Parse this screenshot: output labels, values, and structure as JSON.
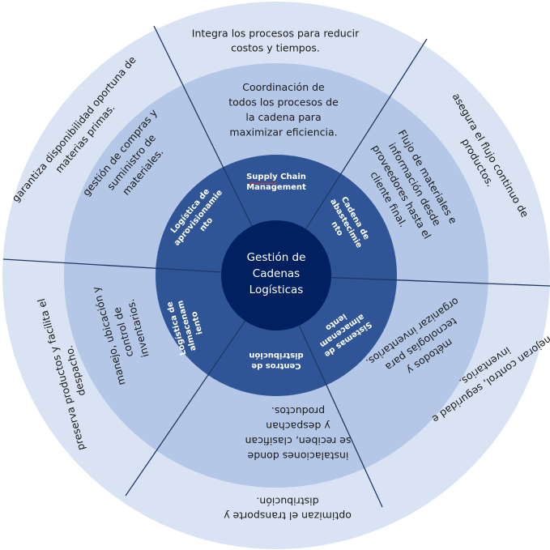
{
  "center": {
    "lines": [
      "Gestión de",
      "Cadenas",
      "Logísticas"
    ]
  },
  "colors": {
    "outer_ring": "#dae3f3",
    "middle_ring": "#b4c7e7",
    "inner_ring": "#2f5597",
    "center": "#002060",
    "divider": "#1f3864",
    "spellcheck_underline": "#e03030"
  },
  "segments": [
    {
      "id": "supply-chain-management",
      "inner_label": [
        "Supply Chain",
        "Management"
      ],
      "middle_text": [
        "Coordinación de",
        "todos los procesos de",
        "la cadena para",
        "maximizar eficiencia."
      ],
      "outer_text": [
        "Integra los procesos para reducir",
        "costos y tiempos."
      ]
    },
    {
      "id": "cadena-de-abastecimiento",
      "inner_label": [
        "Cadena  de",
        "abastecimie",
        "nto"
      ],
      "middle_text": [
        "Flujo de materiales e",
        "información desde",
        "proveedores hasta el",
        "cliente final."
      ],
      "outer_text": [
        "asegura el flujo continuo de",
        "productos."
      ]
    },
    {
      "id": "sistemas-de-almacenamiento",
      "inner_label": [
        "Sistemas de",
        "almacenam",
        "iento"
      ],
      "middle_text": [
        "métodos y",
        "tecnologías para",
        "organizar inventarios."
      ],
      "outer_text": [
        "mejoran control, seguridad e",
        "inventarios."
      ]
    },
    {
      "id": "centros-de-distribucion",
      "inner_label": [
        "Centros  de",
        "distribución"
      ],
      "middle_text": [
        "instalaciones donde",
        "se reciben, clasifican",
        "y despachan",
        "productos."
      ],
      "outer_text": [
        "optimizan el transporte y",
        "distribución."
      ]
    },
    {
      "id": "logistica-de-almacenamiento",
      "inner_label": [
        "Logística de",
        "almacenam",
        "iento"
      ],
      "middle_text": [
        "manejo, ubicación y",
        "control de",
        "inventarios."
      ],
      "outer_text": [
        "preserva productos y facilita el",
        "despacho."
      ]
    },
    {
      "id": "logistica-de-aprovisionamiento",
      "inner_label": [
        "Logística de",
        "aprovisionamie",
        "nto"
      ],
      "middle_text": [
        "gestión de compras y",
        "suministro de",
        "materiales."
      ],
      "outer_text": [
        "garantiza disponibilidad oportuna de",
        "materias primas."
      ]
    }
  ]
}
